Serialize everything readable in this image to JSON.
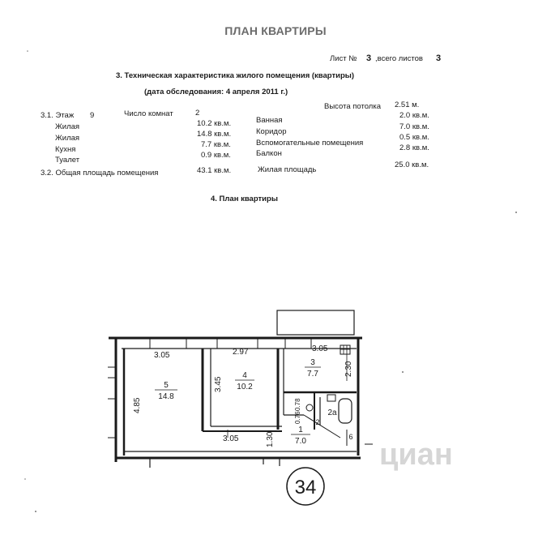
{
  "page_title": "ПЛАН КВАРТИРЫ",
  "sheet": {
    "label": "Лист №",
    "num": "3",
    "total_label": ",всего листов",
    "total": "3"
  },
  "section3": {
    "heading": "3. Техническая характеристика жилого помещения (квартиры)",
    "survey": "(дата обследования:   4 апреля 2011 г.)"
  },
  "char": {
    "floor_label": "3.1. Этаж",
    "floor_value": "9",
    "rooms_label": "Число комнат",
    "rooms_value": "2",
    "ceiling_label": "Высота потолка",
    "ceiling_value": "2.51 м.",
    "left_rows": [
      {
        "label": "Жилая",
        "value": "10.2 кв.м."
      },
      {
        "label": "Жилая",
        "value": "14.8 кв.м."
      },
      {
        "label": "Кухня",
        "value": "7.7 кв.м."
      },
      {
        "label": "Туалет",
        "value": "0.9 кв.м."
      }
    ],
    "right_rows": [
      {
        "label": "Ванная",
        "value": "2.0 кв.м."
      },
      {
        "label": "Коридор",
        "value": "7.0 кв.м."
      },
      {
        "label": "Вспомогательные помещения",
        "value": "0.5 кв.м."
      },
      {
        "label": "Балкон",
        "value": "2.8 кв.м."
      }
    ],
    "total_label": "3.2. Общая площадь помещения",
    "total_value": "43.1 кв.м.",
    "living_label": "Жилая площадь",
    "living_value": "25.0 кв.м."
  },
  "section4": {
    "heading": "4. План квартиры"
  },
  "plan": {
    "dims": {
      "d305a": "3.05",
      "d297": "2.97",
      "d305b": "3.05",
      "d485": "4.85",
      "d345": "3.45",
      "d230": "2.30",
      "d305c": "3.05",
      "d130": "1.30",
      "d078": "0.78",
      "d076": "0.76"
    },
    "rooms": {
      "r5_num": "5",
      "r5_area": "14.8",
      "r4_num": "4",
      "r4_area": "10.2",
      "r3_num": "3",
      "r3_area": "7.7",
      "r1_num": "1",
      "r1_area": "7.0",
      "r2a": "2а",
      "r2": "2",
      "r6": "6"
    },
    "apt_number": "34",
    "watermark": "циан"
  }
}
